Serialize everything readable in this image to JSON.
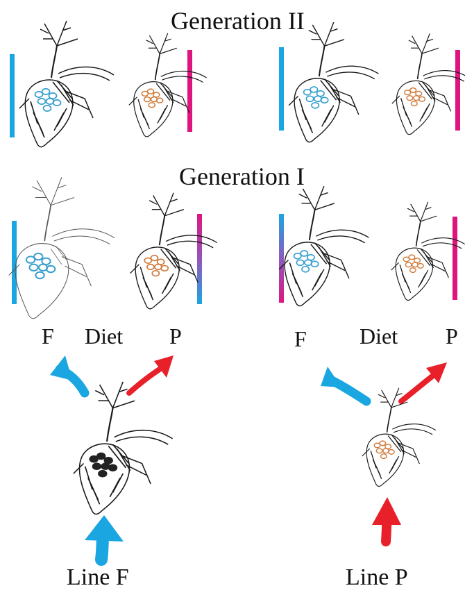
{
  "titles": {
    "generation_2": "Generation II",
    "generation_1": "Generation I"
  },
  "diet_labels": {
    "left": {
      "f": "F",
      "diet": "Diet",
      "p": "P"
    },
    "right": {
      "f": "F",
      "diet": "Diet",
      "p": "P"
    }
  },
  "line_labels": {
    "left": "Line F",
    "right": "Line P"
  },
  "colors": {
    "f_blue": "#1aa6e0",
    "p_pink": "#e0147f",
    "arrow_red": "#e8202a",
    "egg_blue": "#3aa0d0",
    "egg_orange": "#d07a3a",
    "egg_dark": "#222222",
    "ink": "#1a1a1a"
  },
  "icons": {
    "insect": "ovipositing-insect-icon",
    "arrow": "diet-arrow-icon",
    "host_bar": "host-plant-bar-icon"
  }
}
